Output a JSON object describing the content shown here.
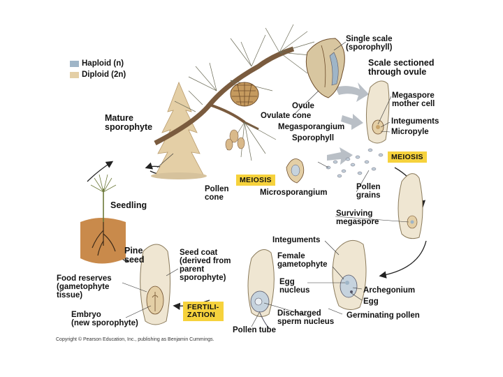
{
  "legend": {
    "haploid": "Haploid (n)",
    "diploid": "Diploid (2n)",
    "haploid_color": "#9fb5c7",
    "diploid_color": "#e4cfa6"
  },
  "labels": {
    "single_scale": "Single scale\n(sporophyll)",
    "scale_sectioned": "Scale sectioned\nthrough ovule",
    "megaspore_mother_cell": "Megaspore\nmother cell",
    "ovule": "Ovule",
    "ovulate_cone": "Ovulate cone",
    "megasporangium": "Megasporangium",
    "sporophyll": "Sporophyll",
    "integuments_top": "Integuments",
    "micropyle": "Micropyle",
    "mature_sporophyte": "Mature\nsporophyte",
    "pollen_cone": "Pollen\ncone",
    "microsporangium": "Microsporangium",
    "pollen_grains": "Pollen\ngrains",
    "seedling": "Seedling",
    "surviving_megaspore": "Surviving\nmegaspore",
    "integuments_mid": "Integuments",
    "pine_seed": "Pine\nseed",
    "seed_coat": "Seed coat\n(derived from\nparent\nsporophyte)",
    "female_gametophyte": "Female\ngametophyte",
    "food_reserves": "Food reserves\n(gametophyte\ntissue)",
    "egg_nucleus": "Egg\nnucleus",
    "archegonium": "Archegonium",
    "egg": "Egg",
    "embryo": "Embryo\n(new sporophyte)",
    "discharged_sperm": "Discharged\nsperm nucleus",
    "germinating_pollen": "Germinating pollen",
    "pollen_tube": "Pollen tube"
  },
  "meiosis_1": "MEIOSIS",
  "meiosis_2": "MEIOSIS",
  "fertilization": "FERTILI-\nZATION",
  "copyright": "Copyright © Pearson Education, Inc., publishing as Benjamin Cummings."
}
